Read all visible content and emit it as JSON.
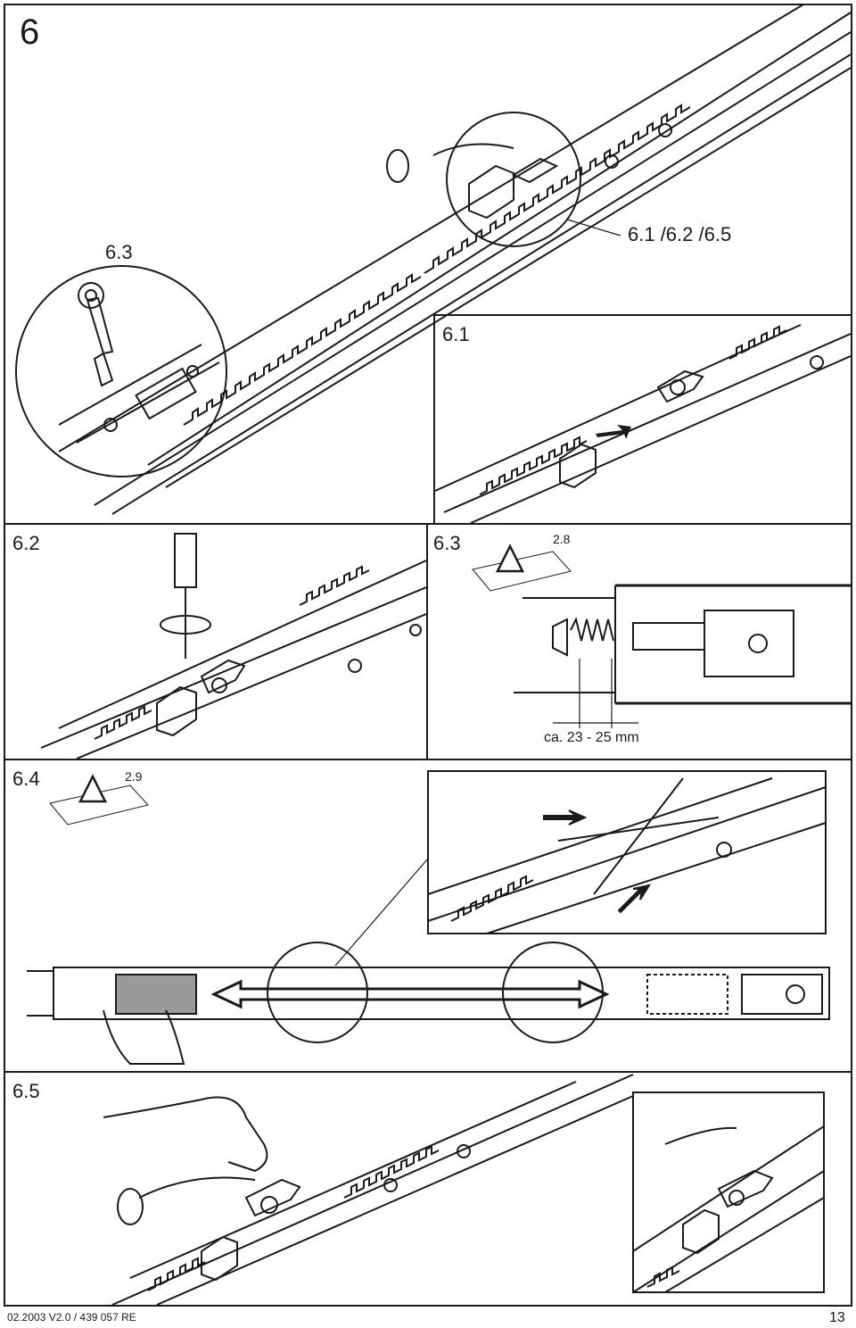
{
  "page": {
    "section_number": "6",
    "footer_left": "02.2003  V2.0 / 439 057  RE",
    "page_number": "13"
  },
  "panels": {
    "top": {
      "label_left": "6.3",
      "label_right": "6.1 /6.2 /6.5"
    },
    "inset_61": {
      "label": "6.1"
    },
    "p62": {
      "label": "6.2"
    },
    "p63": {
      "label": "6.3",
      "ref": "2.8",
      "dimension": "ca. 23 - 25 mm"
    },
    "p64": {
      "label": "6.4",
      "ref": "2.9"
    },
    "p65": {
      "label": "6.5"
    }
  },
  "icons": [
    "warning-manual-icon",
    "rotate-arrow-icon",
    "push-arrow-icon"
  ]
}
